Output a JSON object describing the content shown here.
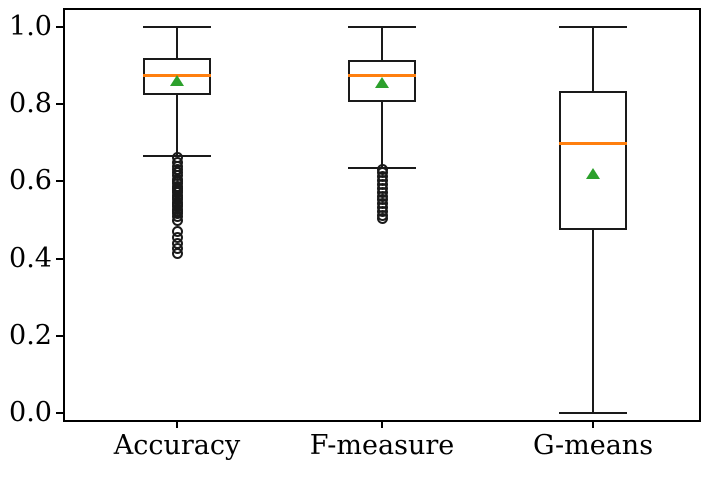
{
  "chart_data": {
    "type": "box",
    "title": "",
    "xlabel": "",
    "ylabel": "",
    "categories": [
      "Accuracy",
      "F-measure",
      "G-means"
    ],
    "ylim": [
      0.0,
      1.0
    ],
    "yticks": [
      0.0,
      0.2,
      0.4,
      0.6,
      0.8,
      1.0
    ],
    "ytick_labels": [
      "0.0",
      "0.2",
      "0.4",
      "0.6",
      "0.8",
      "1.0"
    ],
    "grid": false,
    "legend": "none",
    "median_color": "#ff7f0e",
    "mean_color": "#2ca02c",
    "box_color": "#1a1a1a",
    "flier_color": "#1a1a1a",
    "show_means": true,
    "mean_marker": "triangle",
    "boxes": [
      {
        "label": "Accuracy",
        "whisker_low": 0.665,
        "q1": 0.825,
        "median": 0.875,
        "mean": 0.87,
        "q3": 0.92,
        "whisker_high": 1.0,
        "fliers": [
          0.662,
          0.648,
          0.638,
          0.63,
          0.622,
          0.614,
          0.606,
          0.6,
          0.594,
          0.588,
          0.582,
          0.576,
          0.57,
          0.564,
          0.558,
          0.552,
          0.546,
          0.54,
          0.534,
          0.528,
          0.522,
          0.516,
          0.508,
          0.5,
          0.47,
          0.455,
          0.44,
          0.425,
          0.412
        ]
      },
      {
        "label": "F-measure",
        "whisker_low": 0.635,
        "q1": 0.805,
        "median": 0.875,
        "mean": 0.865,
        "q3": 0.915,
        "whisker_high": 1.0,
        "fliers": [
          0.632,
          0.622,
          0.612,
          0.602,
          0.592,
          0.582,
          0.572,
          0.562,
          0.552,
          0.542,
          0.532,
          0.522,
          0.512,
          0.503
        ]
      },
      {
        "label": "G-means",
        "whisker_low": 0.0,
        "q1": 0.475,
        "median": 0.7,
        "mean": 0.63,
        "q3": 0.835,
        "whisker_high": 1.0,
        "fliers": []
      }
    ]
  }
}
